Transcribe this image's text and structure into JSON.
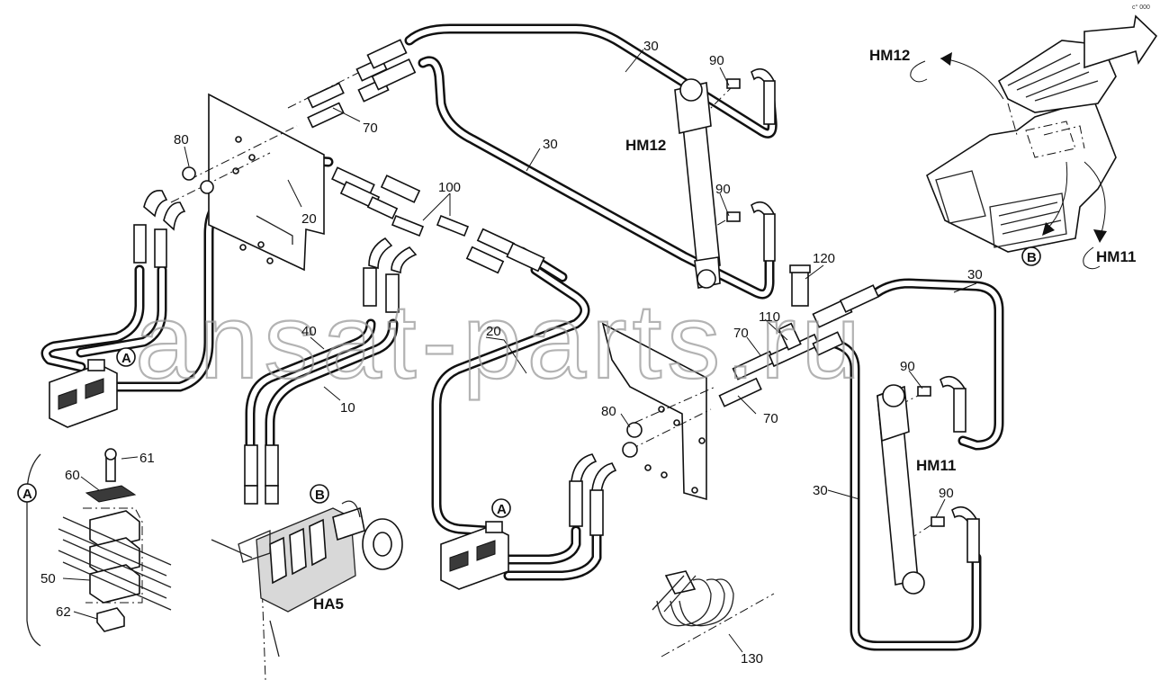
{
  "callouts": {
    "c10": "10",
    "c20a": "20",
    "c20b": "20",
    "c30a": "30",
    "c30b": "30",
    "c30c": "30",
    "c30d": "30",
    "c40": "40",
    "c50": "50",
    "c60": "60",
    "c61": "61",
    "c62": "62",
    "c70a": "70",
    "c70b": "70",
    "c70c": "70",
    "c80a": "80",
    "c80b": "80",
    "c90a": "90",
    "c90b": "90",
    "c90c": "90",
    "c100": "100",
    "c110": "110",
    "c120": "120",
    "c130": "130"
  },
  "components": {
    "hm12_main": "HM12",
    "hm11_main": "HM11",
    "ha5": "HA5",
    "hm12_overview": "HM12",
    "hm11_overview": "HM11"
  },
  "detail_markers": {
    "a1": "A",
    "a2": "A",
    "a_detail": "A",
    "b1": "B",
    "b_overview": "B"
  },
  "watermark": "ansat-parts.ru",
  "corner_code": "c° 000"
}
